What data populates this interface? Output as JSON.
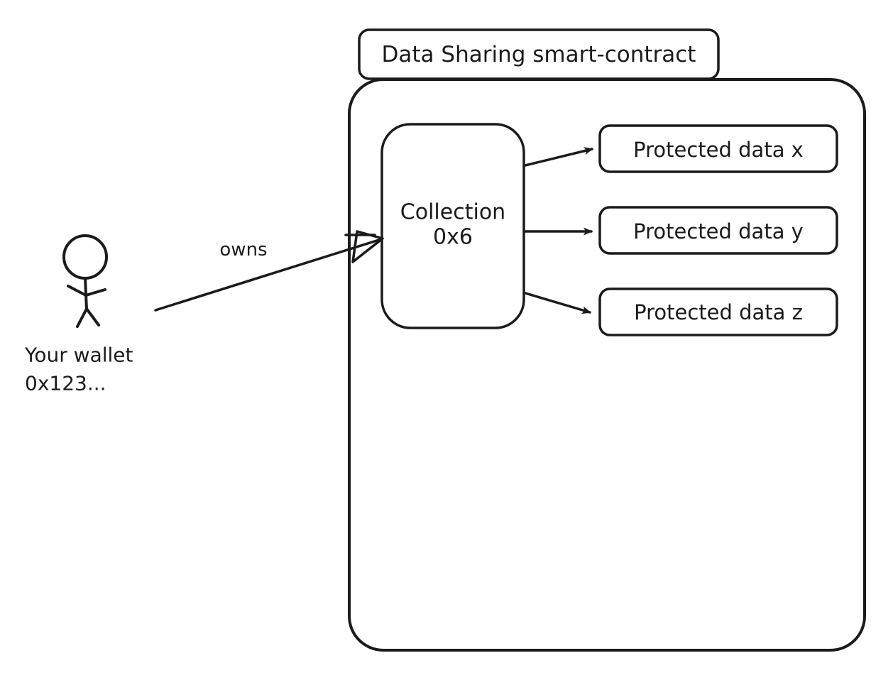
{
  "diagram": {
    "title": "Data Sharing smart-contract",
    "actor": {
      "label_line1": "Your wallet",
      "label_line2": "0x123..."
    },
    "owns_edge_label": "owns",
    "collection": {
      "label_line1": "Collection",
      "label_line2": "0x6"
    },
    "protected_data": [
      {
        "label": "Protected data x"
      },
      {
        "label": "Protected data y"
      },
      {
        "label": "Protected data z"
      }
    ],
    "colors": {
      "stroke": "#1b1b1b",
      "background": "#ffffff"
    }
  }
}
